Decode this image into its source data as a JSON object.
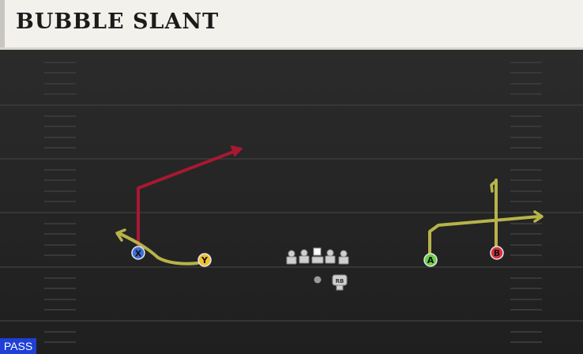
{
  "play": {
    "name": "BUBBLE SLANT",
    "mode_badge": "PASS"
  },
  "players": [
    {
      "id": "x",
      "label": "X",
      "color": "#3d6fd8",
      "role": "receiver"
    },
    {
      "id": "y",
      "label": "Y",
      "color": "#f1c232",
      "role": "receiver"
    },
    {
      "id": "a",
      "label": "A",
      "color": "#6ccf48",
      "role": "receiver"
    },
    {
      "id": "b",
      "label": "B",
      "color": "#d8313f",
      "role": "receiver"
    }
  ],
  "backfield": {
    "rb_label": "RB"
  },
  "colors": {
    "route_primary": "#a81832",
    "route_secondary": "#b7b34a",
    "field_line": "#3c3c3c"
  }
}
